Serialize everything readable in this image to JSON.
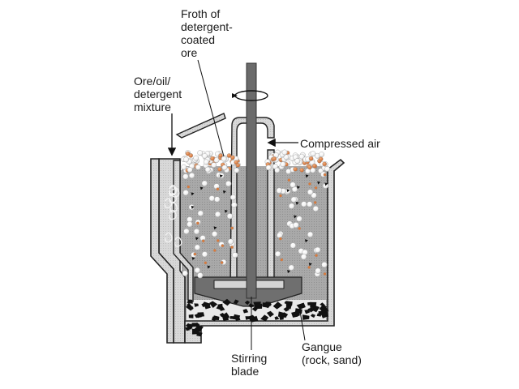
{
  "labels": {
    "froth": "Froth of\ndetergent-\ncoated\nore",
    "mixture": "Ore/oil/\ndetergent\nmixture",
    "compressed_air": "Compressed air",
    "stirring_blade": "Stirring\nblade",
    "gangue": "Gangue\n(rock, sand)"
  },
  "colors": {
    "liquid": "#a9a9a9",
    "wall": "#d4d4d4",
    "outline": "#222222",
    "shaft": "#6b6b6b",
    "blade": "#6f6f6f",
    "froth_bubble": "#ffffff",
    "ore_particle": "#d97a3c",
    "gangue_rock": "#111111"
  },
  "icons": [
    "rotation-arrow-icon",
    "inlet-arrow-icon",
    "air-arrow-icon"
  ]
}
